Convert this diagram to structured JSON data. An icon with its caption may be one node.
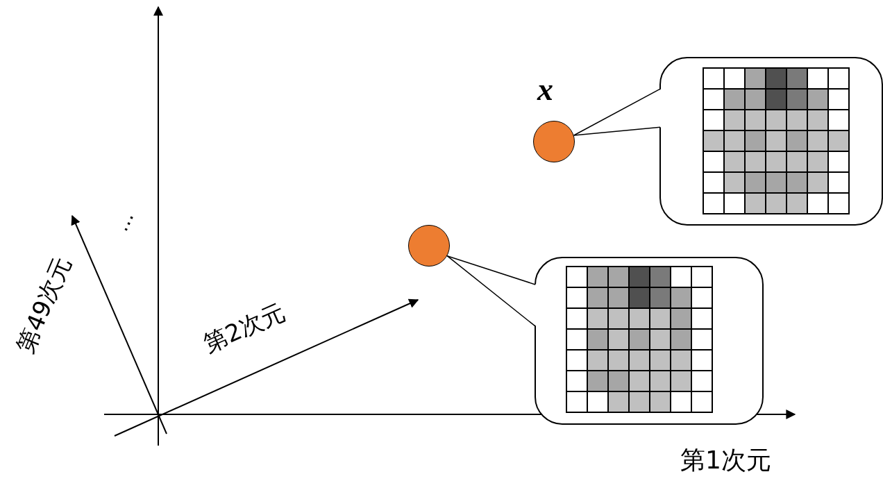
{
  "diagram": {
    "nodes": [
      {
        "text": [],
        "shape": "circle",
        "beside": [
          "x"
        ]
      },
      {
        "text": [],
        "shape": "picture"
      },
      {
        "text": [],
        "shape": "circle"
      },
      {
        "text": [],
        "shape": "picture"
      }
    ],
    "edges": [
      {
        "from": 1,
        "to": 0,
        "arrow": "none"
      },
      {
        "from": 3,
        "to": 2,
        "arrow": "none"
      }
    ],
    "labels": [
      "…",
      "第49次元",
      "第2次元",
      "第1次元"
    ]
  }
}
